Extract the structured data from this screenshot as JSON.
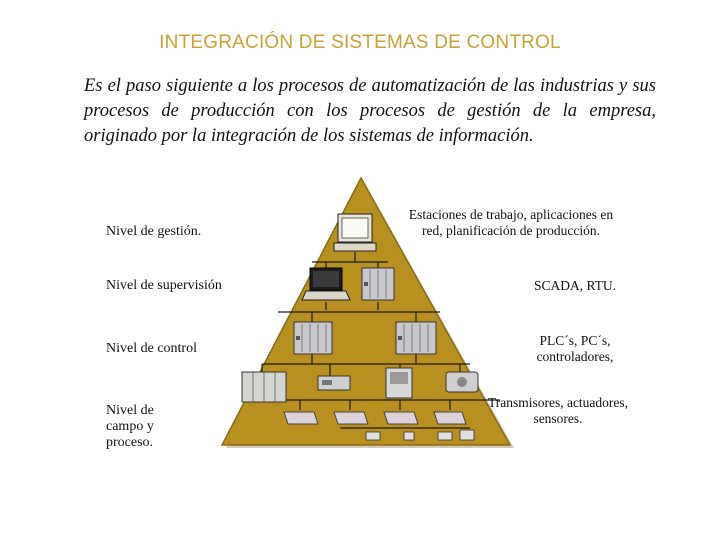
{
  "title": "INTEGRACIÓN DE SISTEMAS DE CONTROL",
  "intro": "Es el paso siguiente a los procesos de automatización de las industrias y sus procesos de producción con los procesos de gestión de la empresa, originado por la integración de los sistemas de información.",
  "colors": {
    "title": "#c9a230",
    "pyramid": "#b8901f",
    "pyramid_edge": "#8a6c18"
  },
  "levels": [
    {
      "name": "Nivel de gestión.",
      "description": "Estaciones de trabajo, aplicaciones en red, planificación de producción."
    },
    {
      "name": "Nivel de supervisión",
      "description": "SCADA, RTU."
    },
    {
      "name": "Nivel de control",
      "description": "PLC´s, PC´s, controladores,"
    },
    {
      "name": "Nivel de campo y proceso.",
      "description": "Transmisores, actuadores, sensores."
    }
  ]
}
